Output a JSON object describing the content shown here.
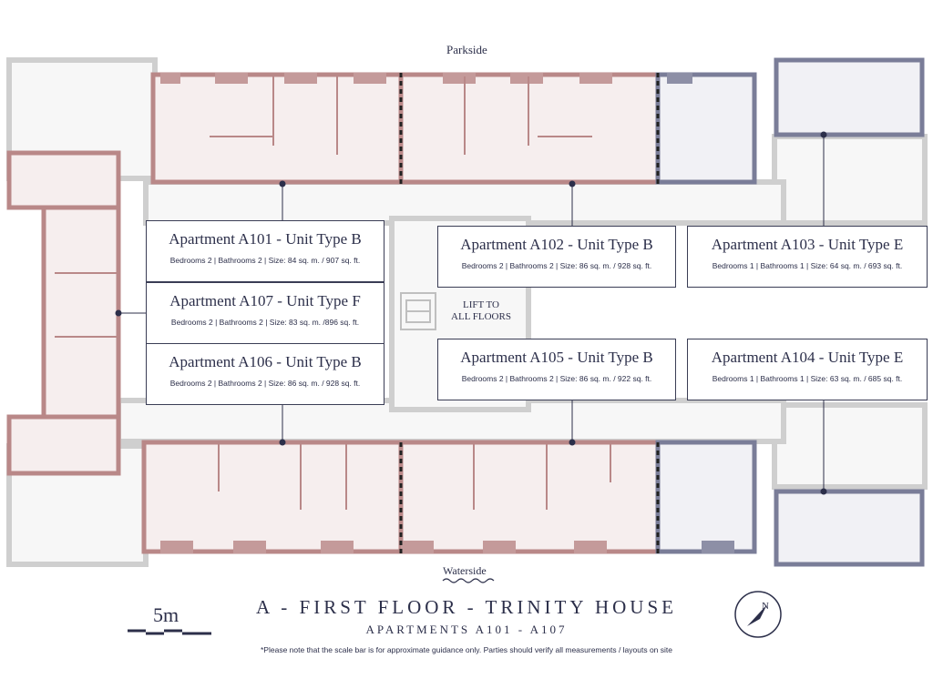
{
  "top_label": "Parkside",
  "bottom_label": "Waterside",
  "lift": {
    "line1": "LIFT TO",
    "line2": "ALL FLOORS"
  },
  "apartments": [
    {
      "id": "a101",
      "title": "Apartment A101 - Unit Type B",
      "details": "Bedrooms 2 | Bathrooms 2 | Size: 84 sq. m. / 907 sq. ft."
    },
    {
      "id": "a102",
      "title": "Apartment A102 - Unit Type B",
      "details": "Bedrooms 2 | Bathrooms 2 | Size: 86 sq. m. / 928 sq. ft."
    },
    {
      "id": "a103",
      "title": "Apartment A103 - Unit Type E",
      "details": "Bedrooms 1 | Bathrooms 1 | Size: 64 sq. m. / 693 sq. ft."
    },
    {
      "id": "a107",
      "title": "Apartment A107 - Unit Type F",
      "details": "Bedrooms 2 | Bathrooms 2 | Size: 83 sq. m. /896 sq. ft."
    },
    {
      "id": "a106",
      "title": "Apartment A106 - Unit Type B",
      "details": "Bedrooms 2 | Bathrooms 2 | Size: 86 sq. m. / 928 sq. ft."
    },
    {
      "id": "a105",
      "title": "Apartment A105 - Unit Type B",
      "details": "Bedrooms 2 | Bathrooms 2 | Size: 86 sq. m. / 922 sq. ft."
    },
    {
      "id": "a104",
      "title": "Apartment A104 - Unit Type E",
      "details": "Bedrooms 1 | Bathrooms 1 | Size: 63 sq. m. / 685 sq. ft."
    }
  ],
  "scale_label": "5m",
  "footer": {
    "title": "A - FIRST FLOOR - TRINITY HOUSE",
    "subtitle": "APARTMENTS A101 - A107",
    "note": "*Please note that the scale bar is for approximate guidance only.  Parties should verify all measurements / layouts on site"
  },
  "compass_letter": "N",
  "colors": {
    "unit_wall": "#b98888",
    "unit_fill": "#f6eeee",
    "unit_e_wall": "#7a7d98",
    "unit_e_fill": "#f1f1f5",
    "common_wall": "#cfcfcf",
    "common_fill": "#f7f7f7",
    "text": "#2c2f4a"
  }
}
